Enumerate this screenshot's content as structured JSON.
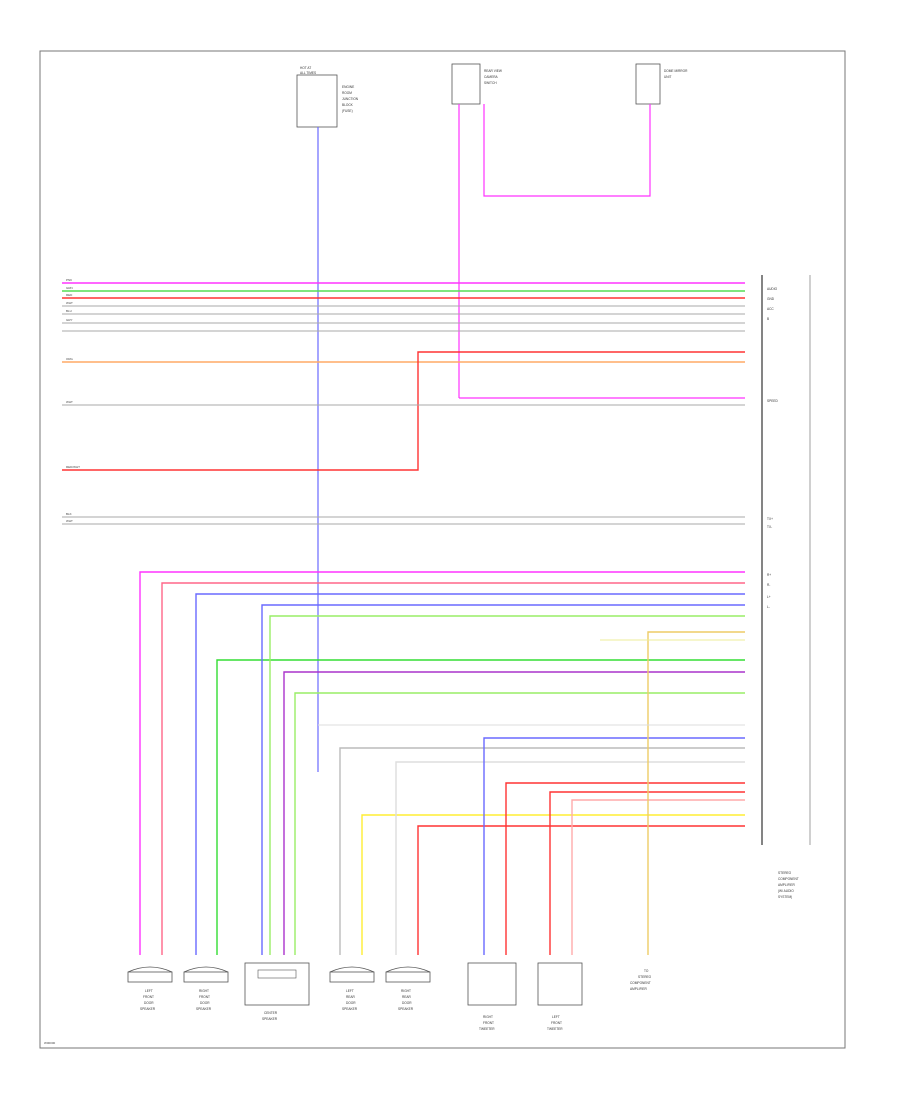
{
  "diagram": {
    "footer_code": "W00000",
    "top_components": [
      {
        "id": "fuse",
        "label_lines": [
          "HOT AT",
          "ALL TIMES"
        ],
        "desc_lines": [
          "ENGINE",
          "ROOM",
          "JUNCTION",
          "BLOCK",
          "(FUSE)"
        ]
      },
      {
        "id": "sensor",
        "label_lines": [
          "REAR VIEW",
          "CAMERA",
          "SWITCH"
        ],
        "desc_lines": []
      },
      {
        "id": "mirror",
        "label_lines": [
          "DOME MIRROR",
          "UNIT"
        ],
        "desc_lines": []
      }
    ],
    "bottom_components": [
      {
        "id": "lf-speaker",
        "lines": [
          "LEFT",
          "FRONT",
          "DOOR",
          "SPEAKER"
        ]
      },
      {
        "id": "rf-speaker",
        "lines": [
          "RIGHT",
          "FRONT",
          "DOOR",
          "SPEAKER"
        ]
      },
      {
        "id": "center-speaker",
        "lines": [
          "CENTER",
          "SPEAKER"
        ]
      },
      {
        "id": "lr-speaker",
        "lines": [
          "LEFT",
          "REAR",
          "DOOR",
          "SPEAKER"
        ]
      },
      {
        "id": "rr-speaker",
        "lines": [
          "RIGHT",
          "REAR",
          "DOOR",
          "SPEAKER"
        ]
      },
      {
        "id": "rf-tweeter",
        "lines": [
          "RIGHT",
          "FRONT",
          "TWEETER"
        ]
      },
      {
        "id": "lf-tweeter",
        "lines": [
          "LEFT",
          "FRONT",
          "TWEETER"
        ]
      },
      {
        "id": "ground",
        "lines": [
          "TO",
          "STEREO",
          "COMPONENT",
          "AMPLIFIER"
        ]
      }
    ],
    "main_unit": {
      "lines": [
        "STEREO",
        "COMPONENT",
        "AMPLIFIER",
        "(W/ AUDIO",
        "SYSTEM)"
      ]
    },
    "left_labels": [
      "PNK",
      "GRN",
      "RED",
      "WHT",
      "BLU",
      "GRY",
      "ORG",
      "WHT",
      "RED/WHT",
      "BLK",
      "WHT"
    ],
    "right_labels": [
      "AUDIO",
      "GND",
      "ACC",
      "B",
      "R+",
      "R-",
      "L+",
      "L-",
      "SPEED",
      "TX+",
      "TX-"
    ],
    "legend_colors": {
      "pink": "#ff33ff",
      "green": "#33dd33",
      "red": "#ff3333",
      "blue": "#6a6aff",
      "orange": "#ffaa66",
      "yellow": "#ffee33",
      "lime": "#99ee66",
      "purple": "#aa33cc",
      "gray": "#bbbbbb"
    }
  }
}
